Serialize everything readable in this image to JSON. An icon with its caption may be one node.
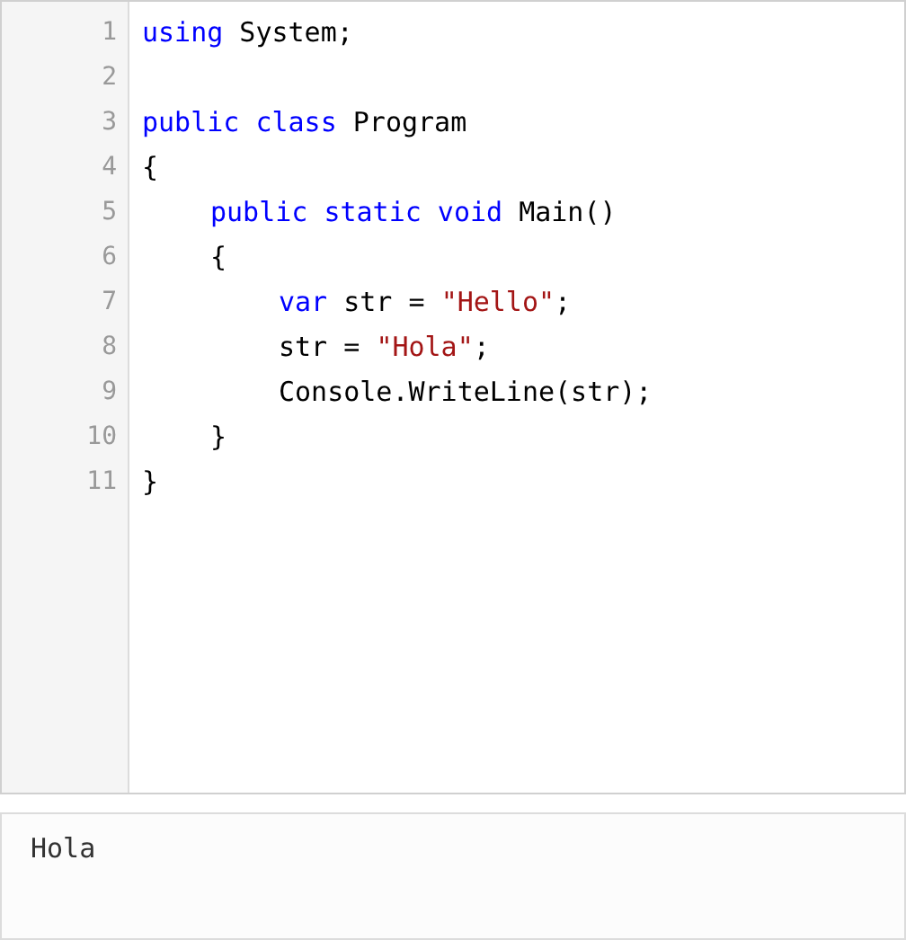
{
  "diagram": {
    "nodes": [
      {
        "text": [
          "using System;",
          "public class Program",
          "{",
          "public static void Main()",
          "{",
          "var str = \"Hello\";",
          "str = \"Hola\";",
          "Console.WriteLine(str);",
          "}",
          "}"
        ]
      },
      {
        "text": [
          "Hola"
        ]
      }
    ],
    "labels": [
      "1",
      "2",
      "3",
      "4",
      "5",
      "6",
      "7",
      "8",
      "9",
      "10",
      "11"
    ]
  }
}
